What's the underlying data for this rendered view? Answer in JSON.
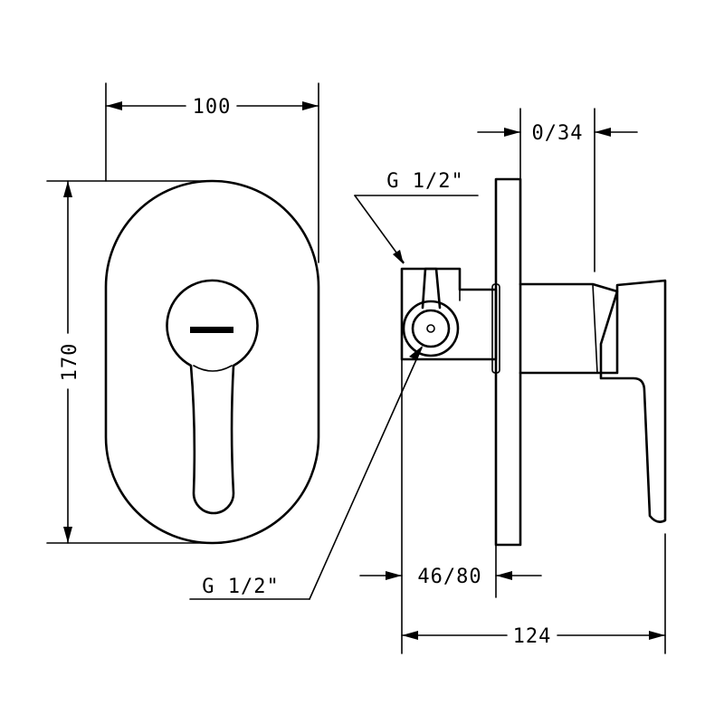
{
  "dimensions": {
    "width": "100",
    "height": "170",
    "wall_depth": "0/34",
    "inlet_top": "G 1/2\"",
    "inlet_bottom": "G 1/2\"",
    "body_depth": "46/80",
    "total_depth": "124"
  },
  "colors": {
    "line": "#000000",
    "background": "#ffffff"
  }
}
